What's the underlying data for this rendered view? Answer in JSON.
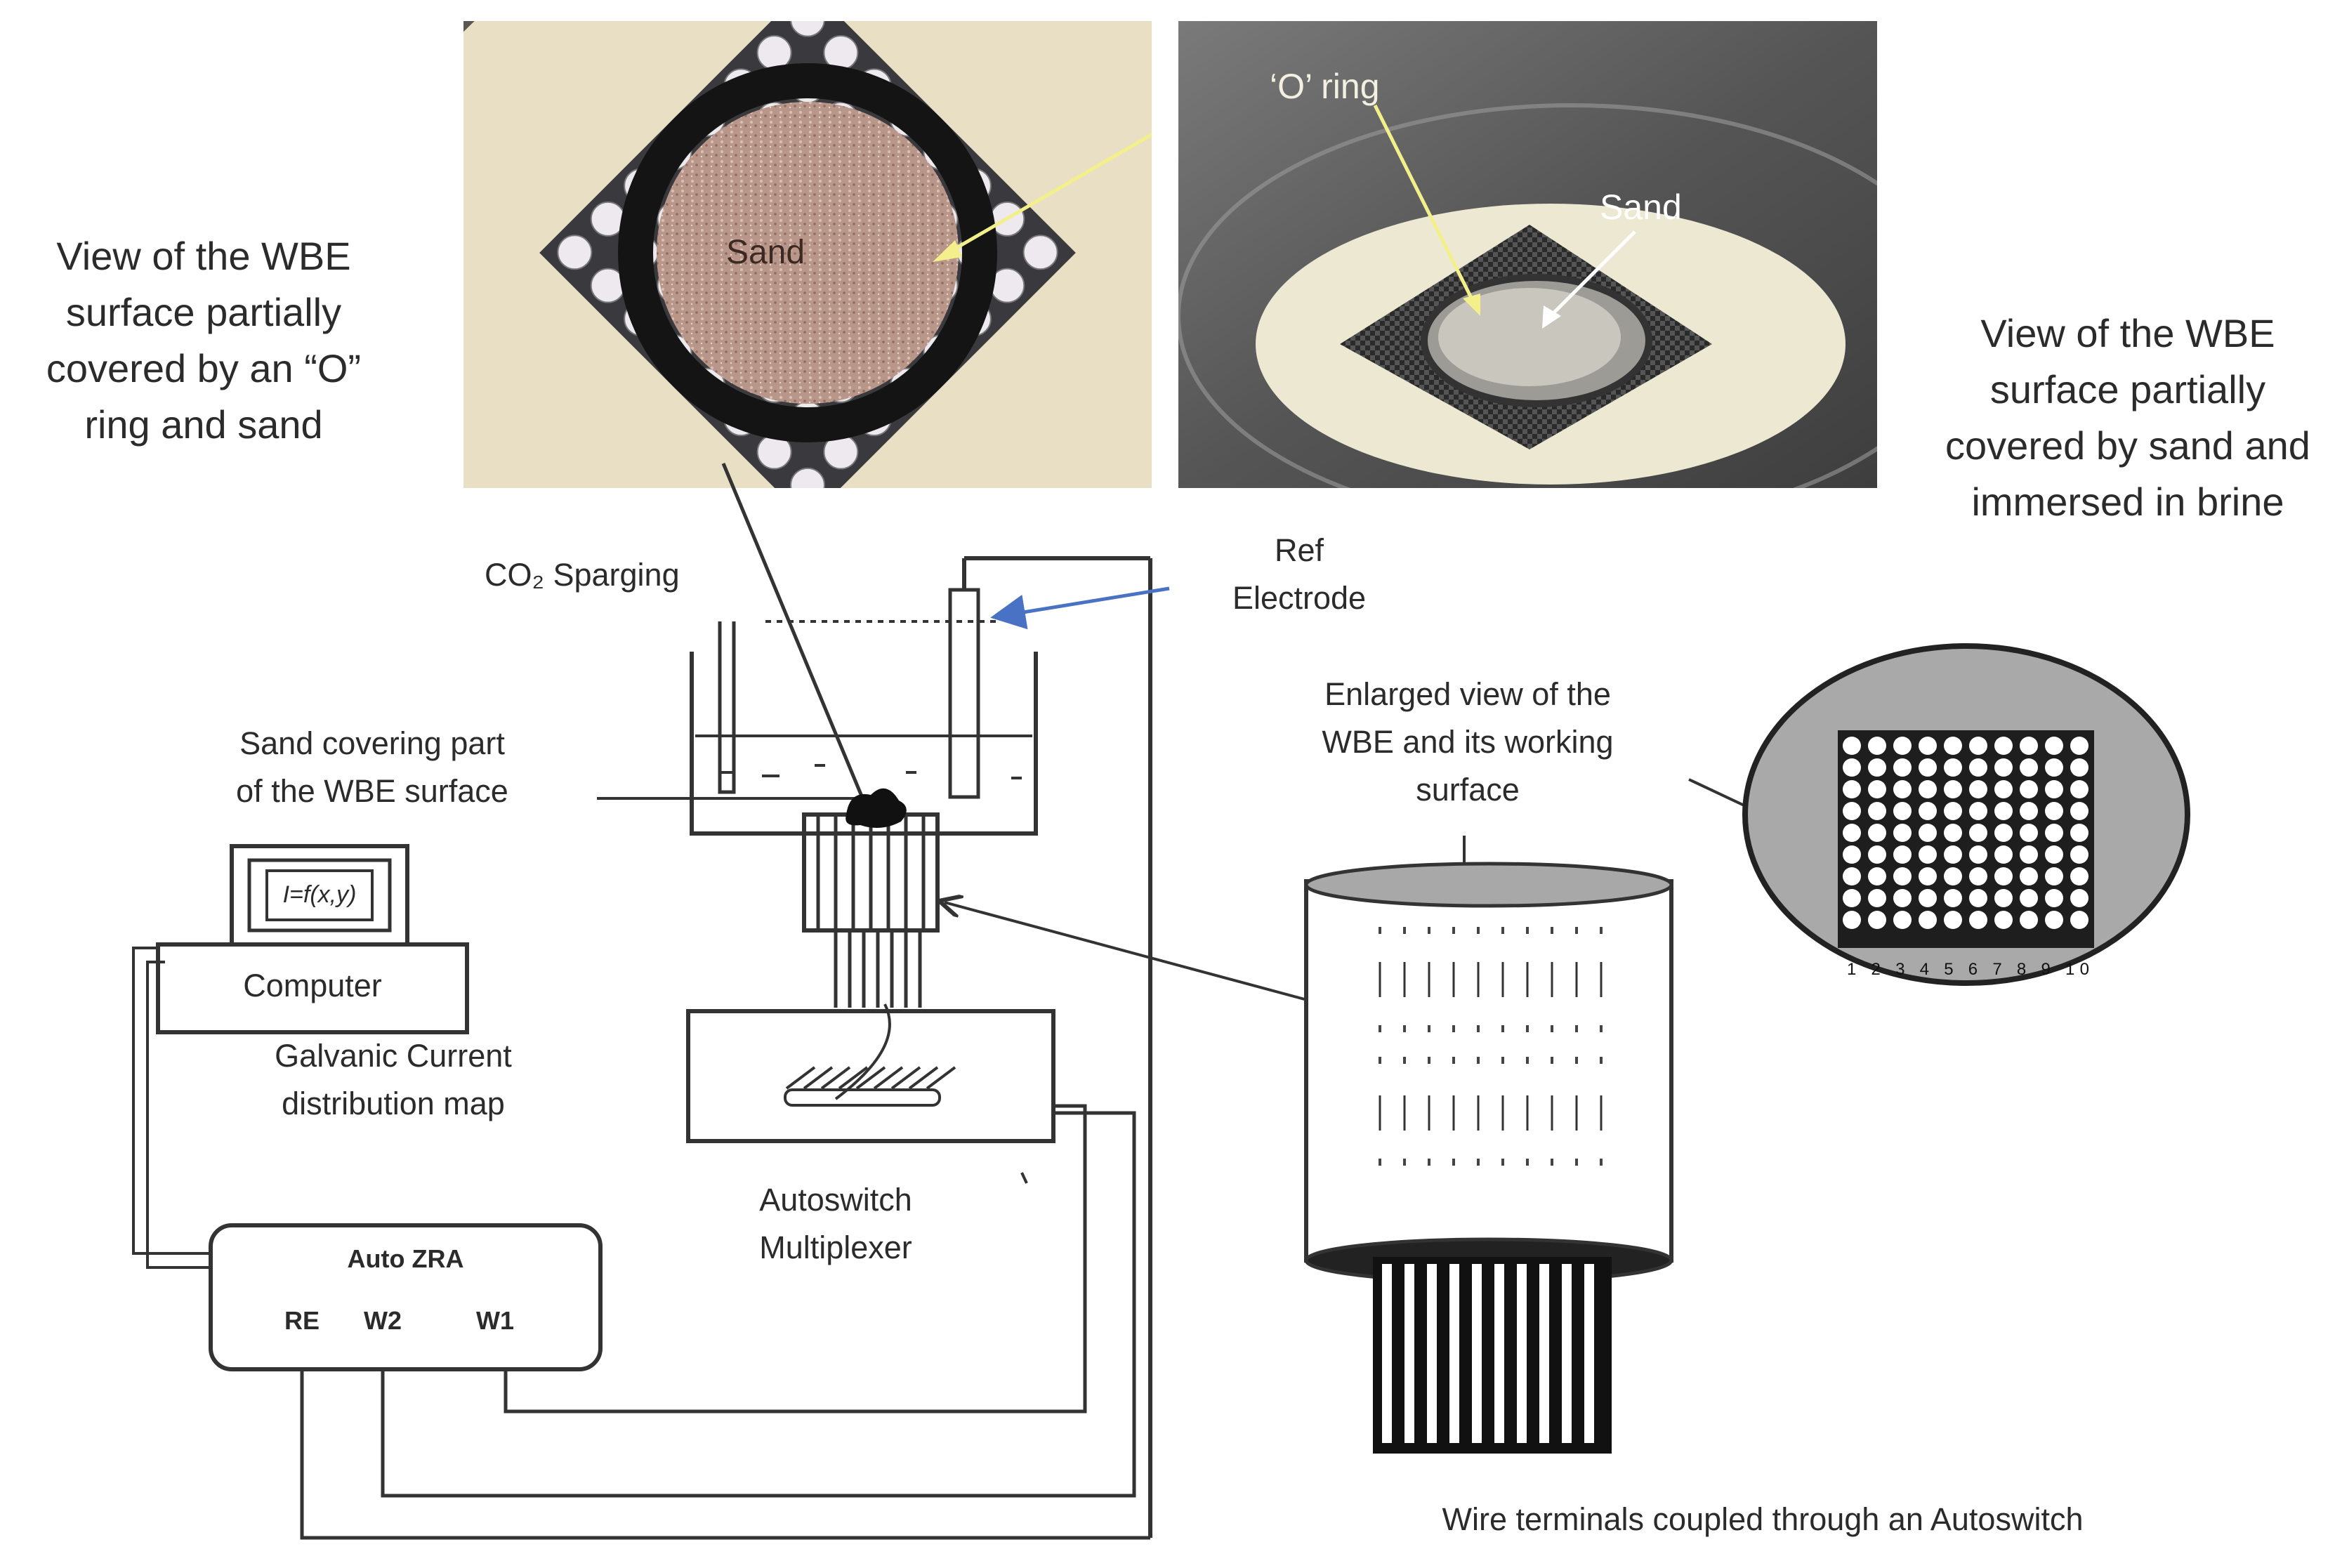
{
  "labels": {
    "left_photo_caption": "View of the WBE\nsurface partially\ncovered by an “O”\nring and sand",
    "right_photo_caption": "View of the WBE\nsurface partially\ncovered by sand and\nimmersed in brine",
    "photo1_sand": "Sand",
    "photo2_o_ring": "‘O’ ring",
    "photo2_sand": "Sand",
    "co2_sparging": "CO₂ Sparging",
    "ref_electrode": "Ref\nElectrode",
    "sand_covering": "Sand covering part\nof the WBE surface",
    "computer": "Computer",
    "screen_text": "I=f(x,y)",
    "galvanic_map": "Galvanic Current\ndistribution map",
    "autoswitch": "Autoswitch\nMultiplexer",
    "zra_title": "Auto ZRA",
    "zra_re": "RE",
    "zra_w2": "W2",
    "zra_w1": "W1",
    "enlarged_view": "Enlarged view of the\nWBE and its working\nsurface",
    "wire_terminals": "Wire terminals coupled through an Autoswitch",
    "grid_numbers": "1 2 3 4 5 6 7 8 9 10"
  },
  "colors": {
    "line": "#333333",
    "arrow_blue": "#4a72c4",
    "pointer_yellow": "#f3ef8a",
    "photo_bg": "#e9dfc4",
    "tray_gray": "#8d8d8d"
  }
}
